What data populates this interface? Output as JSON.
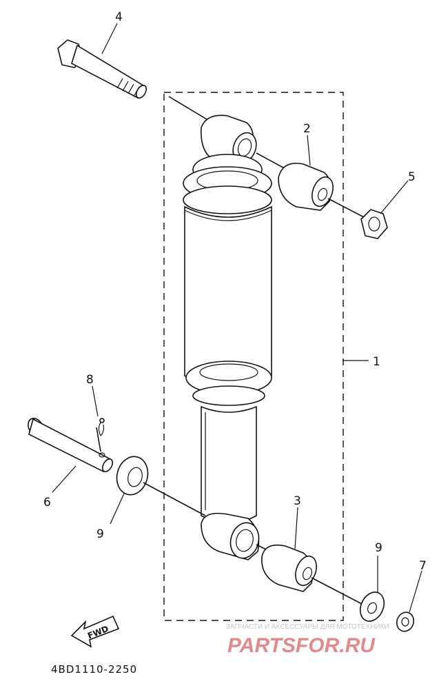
{
  "diagram": {
    "part_code": "4BD1110-2250",
    "fwd_label": "FWD",
    "callouts": {
      "c1": "1",
      "c2": "2",
      "c3": "3",
      "c4": "4",
      "c5": "5",
      "c6": "6",
      "c7": "7",
      "c8": "8",
      "c9a": "9",
      "c9b": "9"
    }
  },
  "watermark": {
    "tagline": "ЗАПЧАСТИ И АКСЕССУАРЫ ДЛЯ МОТОТЕХНИКИ",
    "brand": "PARTSFOR.RU",
    "color": "#e08a8a"
  }
}
